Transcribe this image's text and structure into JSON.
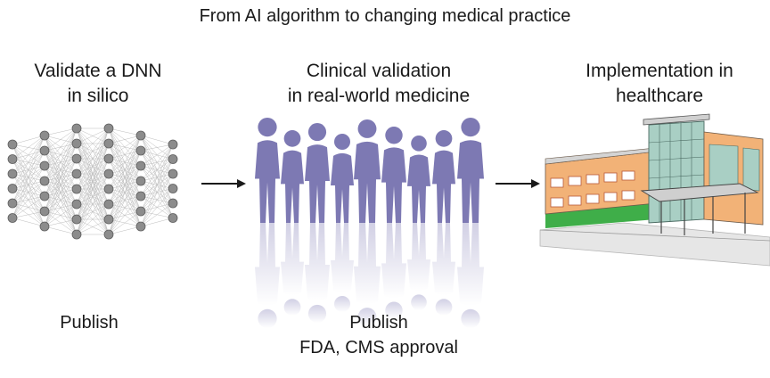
{
  "title": "From AI algorithm to changing medical practice",
  "stages": [
    {
      "id": "dnn",
      "title_lines": [
        "Validate a DNN",
        "in silico"
      ],
      "caption_lines": [
        "Publish"
      ],
      "icon": "neural-network-icon"
    },
    {
      "id": "clinical",
      "title_lines": [
        "Clinical validation",
        "in real-world medicine"
      ],
      "caption_lines": [
        "Publish",
        "FDA, CMS approval"
      ],
      "icon": "people-group-icon"
    },
    {
      "id": "implementation",
      "title_lines": [
        "Implementation in",
        "healthcare"
      ],
      "caption_lines": [],
      "icon": "hospital-building-icon"
    }
  ],
  "colors": {
    "node": "#8c8c8c",
    "people": "#7d79b3",
    "building_orange": "#f2b277",
    "building_glass": "#a9cfc4",
    "grass": "#3fae49",
    "arrow": "#1a1a1a"
  }
}
